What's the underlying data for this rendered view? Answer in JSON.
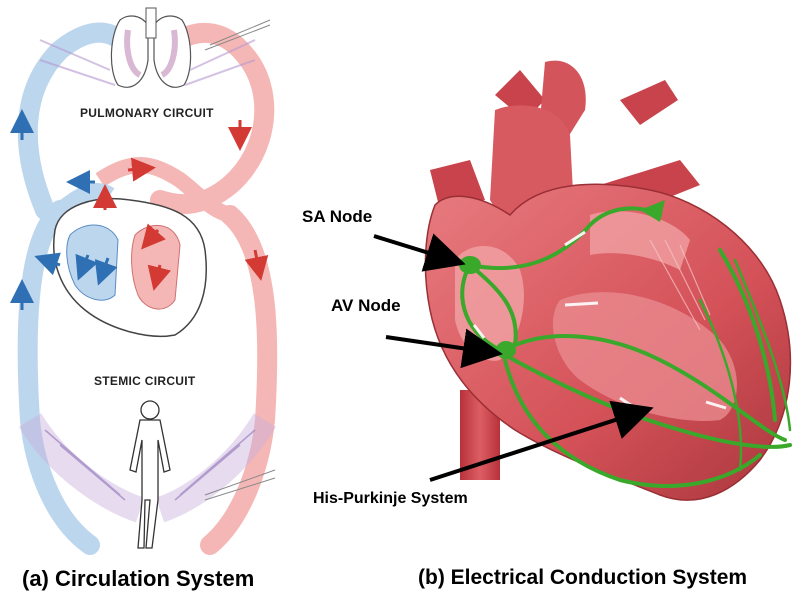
{
  "left_panel": {
    "pulmonary_label": "PULMONARY CIRCUIT",
    "systemic_label": "STEMIC CIRCUIT",
    "caption": "(a) Circulation System"
  },
  "right_panel": {
    "callouts": [
      {
        "id": "sa",
        "label": "SA Node"
      },
      {
        "id": "av",
        "label": "AV Node"
      },
      {
        "id": "his",
        "label": "His-Purkinje System"
      }
    ],
    "caption": "(b) Electrical Conduction System"
  },
  "colors": {
    "deoxygenated": "#bcd6ee",
    "oxygenated": "#f4b7b5",
    "heart_muscle": "#d9545c",
    "conduction": "#3aa82a",
    "arrow": "#000000"
  }
}
